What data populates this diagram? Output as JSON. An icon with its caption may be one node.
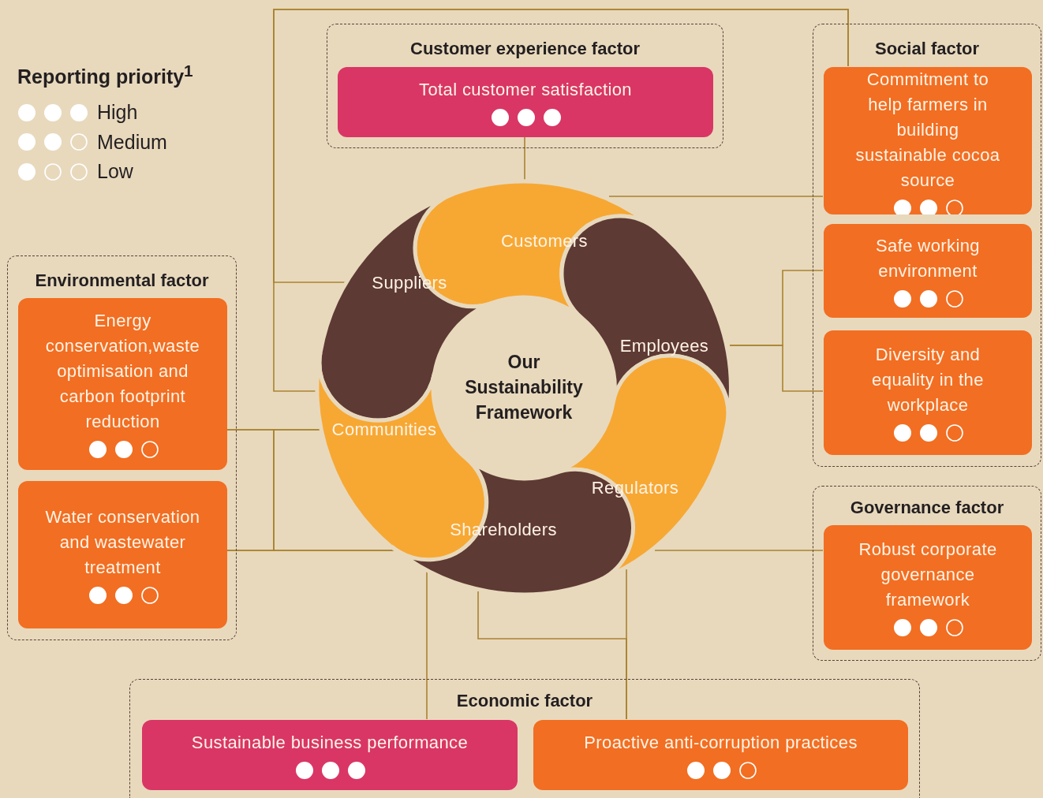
{
  "diagram": {
    "nodes": [
      {
        "text": [
          "Customer experience factor"
        ]
      },
      {
        "text": [
          "Total customer satisfaction"
        ],
        "in": 0
      },
      {
        "text": [
          "Social factor"
        ]
      },
      {
        "text": [
          "Commitment to help farmers in building sustainable cocoa source"
        ],
        "in": 2
      },
      {
        "text": [
          "Safe working environment"
        ],
        "in": 2
      },
      {
        "text": [
          "Diversity and equality in the workplace"
        ],
        "in": 2
      },
      {
        "text": [
          "Environmental factor"
        ]
      },
      {
        "text": [
          "Energy conservation,waste optimisation and carbon footprint reduction"
        ],
        "in": 6
      },
      {
        "text": [
          "Water conservation and wastewater treatment"
        ],
        "in": 6
      },
      {
        "text": [
          "Governance factor"
        ]
      },
      {
        "text": [
          "Robust corporate governance framework"
        ],
        "in": 9
      },
      {
        "text": [
          "Economic factor"
        ]
      },
      {
        "text": [
          "Sustainable business performance"
        ],
        "in": 11
      },
      {
        "text": [
          "Proactive anti-corruption practices"
        ],
        "in": 11
      },
      {
        "text": [
          "Our Sustainability Framework"
        ]
      },
      {
        "text": [
          "Customers"
        ]
      },
      {
        "text": [
          "Suppliers"
        ]
      },
      {
        "text": [
          "Employees"
        ]
      },
      {
        "text": [
          "Communities"
        ]
      },
      {
        "text": [
          "Regulators"
        ]
      },
      {
        "text": [
          "Shareholders"
        ]
      }
    ],
    "edges": [
      {
        "from": 1,
        "to": 15,
        "arrow": "none"
      },
      {
        "from": 16,
        "to": 3,
        "arrow": "none"
      },
      {
        "from": 18,
        "to": 3,
        "arrow": "none"
      },
      {
        "from": 15,
        "to": 3,
        "arrow": "none"
      },
      {
        "from": 17,
        "to": 4,
        "arrow": "none"
      },
      {
        "from": 17,
        "to": 5,
        "arrow": "none"
      },
      {
        "from": 7,
        "to": 18,
        "arrow": "none"
      },
      {
        "from": 8,
        "to": 20,
        "arrow": "none"
      },
      {
        "from": 8,
        "to": 18,
        "arrow": "none"
      },
      {
        "from": 7,
        "to": 20,
        "arrow": "none"
      },
      {
        "from": 19,
        "to": 10,
        "arrow": "none"
      },
      {
        "from": 20,
        "to": 12,
        "arrow": "none"
      },
      {
        "from": 20,
        "to": 13,
        "arrow": "none"
      },
      {
        "from": 19,
        "to": 13,
        "arrow": "none"
      }
    ],
    "labels": [
      "Reporting priority$^{1}$"
    ],
    "legend": [
      {
        "text": "High"
      },
      {
        "text": "Medium"
      },
      {
        "text": "Low"
      }
    ]
  }
}
